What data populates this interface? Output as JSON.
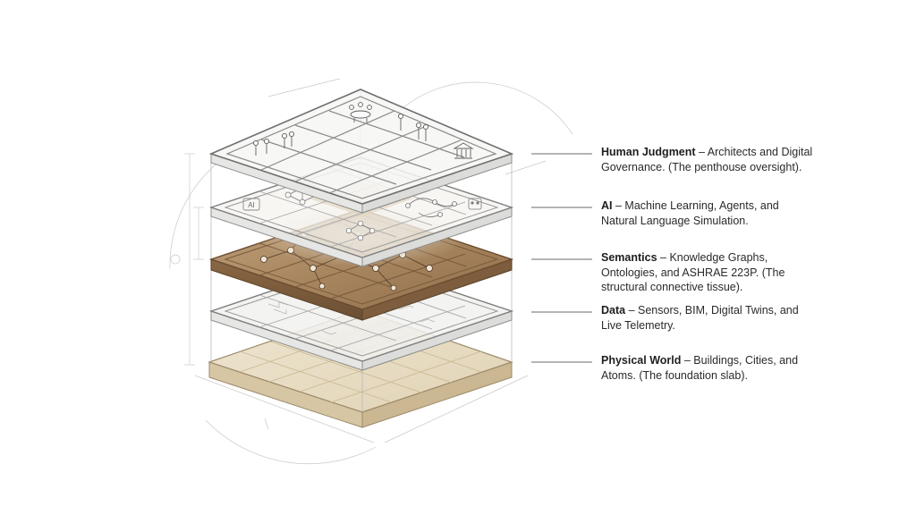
{
  "layers": [
    {
      "id": "human-judgment",
      "name": "Human Judgment",
      "dash": " – ",
      "description_line1": "Architects and Digital",
      "description_line2": "Governance. (The penthouse oversight).",
      "description_line3": "",
      "panel_color": "#f4f4f2",
      "icons": [
        "people-group-icon",
        "meeting-table-icon",
        "people-pair-icon",
        "institution-building-icon"
      ]
    },
    {
      "id": "ai",
      "name": "AI",
      "dash": " – ",
      "description_line1": "Machine Learning, Agents, and",
      "description_line2": "Natural Language Simulation.",
      "description_line3": "",
      "panel_color": "#f2f1ed",
      "icons": [
        "ai-chip-icon",
        "neural-network-icon",
        "network-graph-icon",
        "robot-agent-icon"
      ]
    },
    {
      "id": "semantics",
      "name": "Semantics",
      "dash": " – ",
      "description_line1": "Knowledge Graphs,",
      "description_line2": "Ontologies, and ASHRAE 223P. (The",
      "description_line3": "structural connective tissue).",
      "panel_color": "#a8865e",
      "icons": [
        "knowledge-graph-icon"
      ]
    },
    {
      "id": "data",
      "name": "Data",
      "dash": " – ",
      "description_line1": "Sensors, BIM, Digital Twins, and",
      "description_line2": "Live Telemetry.",
      "description_line3": "",
      "panel_color": "#f1f1ef",
      "icons": [
        "circuit-trace-icon"
      ]
    },
    {
      "id": "physical-world",
      "name": "Physical World",
      "dash": " – ",
      "description_line1": "Buildings, Cities, and",
      "description_line2": "Atoms. (The foundation slab).",
      "description_line3": "",
      "panel_color": "#e7dcc5",
      "icons": []
    }
  ],
  "ai_icon_text": "AI"
}
